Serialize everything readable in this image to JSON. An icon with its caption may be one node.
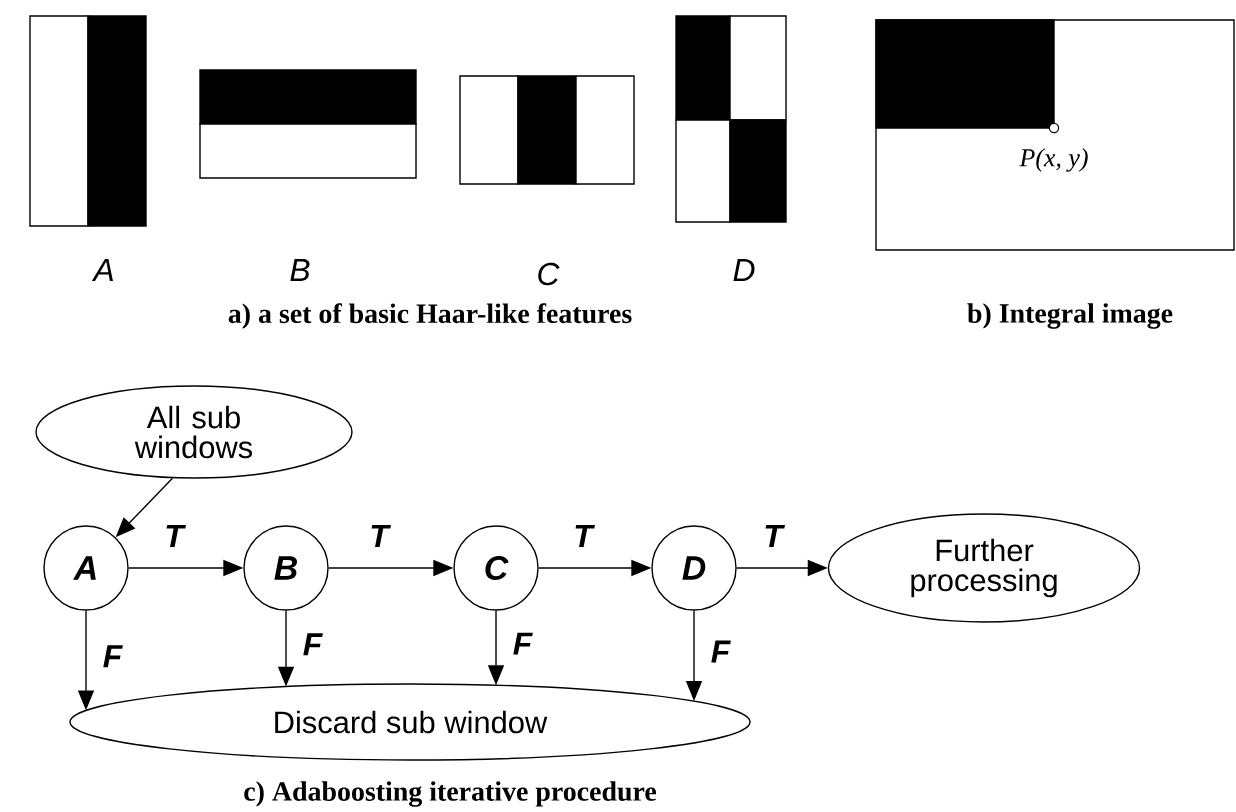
{
  "diagram": {
    "nodes": [
      {
        "text": [
          "All sub windows"
        ]
      },
      {
        "text": [
          "A"
        ]
      },
      {
        "text": [
          "B"
        ]
      },
      {
        "text": [
          "C"
        ]
      },
      {
        "text": [
          "D"
        ]
      },
      {
        "text": [
          "Further processing"
        ]
      },
      {
        "text": [
          "Discard sub window"
        ]
      }
    ],
    "edges": [
      {
        "from": 0,
        "to": 1,
        "arrow": "to"
      },
      {
        "from": 1,
        "to": 2,
        "arrow": "to",
        "label": "T"
      },
      {
        "from": 2,
        "to": 3,
        "arrow": "to",
        "label": "T"
      },
      {
        "from": 3,
        "to": 4,
        "arrow": "to",
        "label": "T"
      },
      {
        "from": 4,
        "to": 5,
        "arrow": "to",
        "label": "T"
      },
      {
        "from": 1,
        "to": 6,
        "arrow": "to",
        "label": "F"
      },
      {
        "from": 2,
        "to": 6,
        "arrow": "to",
        "label": "F"
      },
      {
        "from": 3,
        "to": 6,
        "arrow": "to",
        "label": "F"
      },
      {
        "from": 4,
        "to": 6,
        "arrow": "to",
        "label": "F"
      }
    ],
    "labels": [
      "P(x, y)",
      "A",
      "B",
      "C",
      "D",
      "a) a set of basic Haar-like features",
      "b) Integral image",
      "c) Adaboosting iterative procedure"
    ]
  }
}
